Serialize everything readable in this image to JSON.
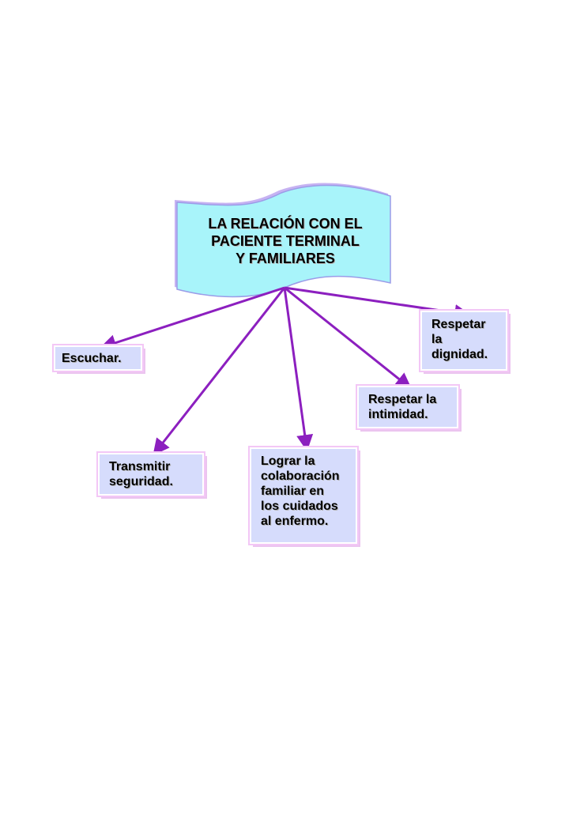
{
  "title": {
    "lines": [
      "LA RELACIÓN CON EL",
      "PACIENTE TERMINAL",
      "Y FAMILIARES"
    ]
  },
  "nodes": {
    "escuchar": {
      "text": "Escuchar."
    },
    "transmitir": {
      "lines": [
        "Transmitir",
        "seguridad."
      ]
    },
    "colaboracion": {
      "lines": [
        "Lograr la",
        "colaboración",
        "familiar en",
        "los cuidados",
        "al enfermo."
      ]
    },
    "intimidad": {
      "lines": [
        "Respetar la",
        "intimidad."
      ]
    },
    "dignidad": {
      "lines": [
        "Respetar",
        "la",
        "dignidad."
      ]
    }
  },
  "colors": {
    "banner_fill": "#a8f4fa",
    "node_fill": "#d6dcfc",
    "arrow": "#8c1fbf",
    "banner_outline": "#c9a6f0"
  }
}
